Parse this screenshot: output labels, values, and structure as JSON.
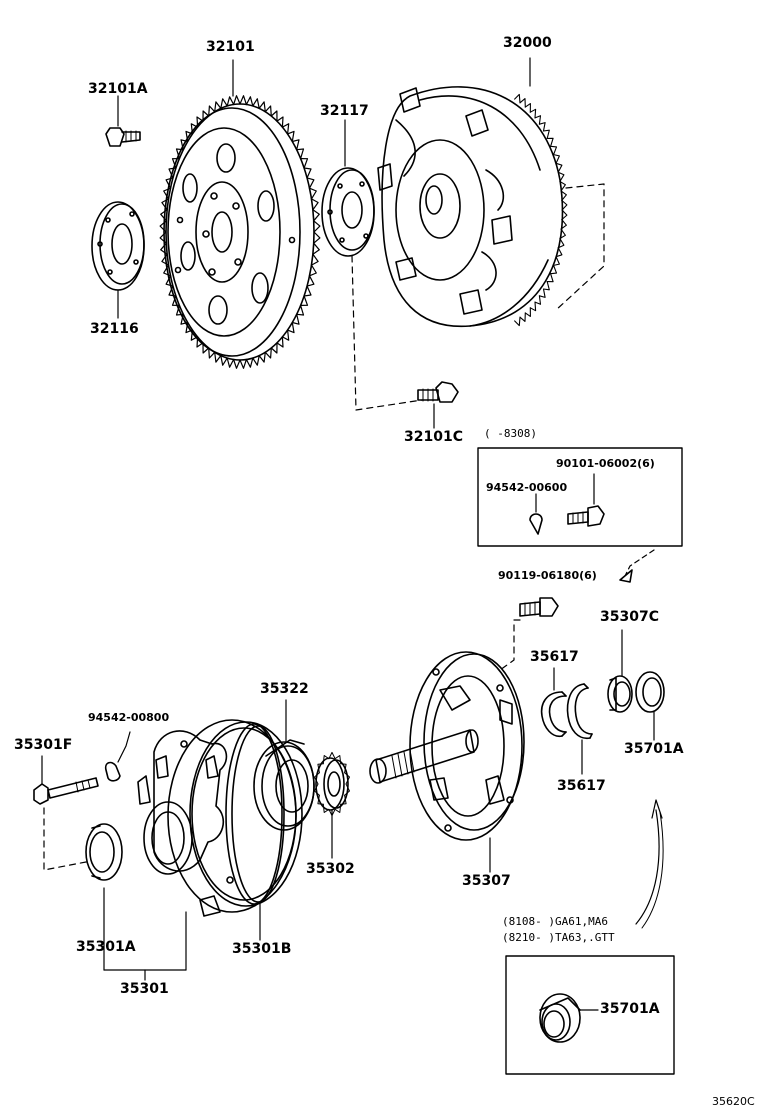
{
  "parts": {
    "p32101": "32101",
    "p32000": "32000",
    "p32101A": "32101A",
    "p32117": "32117",
    "p32116": "32116",
    "p32101C": "32101C",
    "p90101": "90101-06002(6)",
    "p94542a": "94542-00600",
    "p90119": "90119-06180(6)",
    "p35307C": "35307C",
    "p35617a": "35617",
    "p35617b": "35617",
    "p35701Aa": "35701A",
    "p35322": "35322",
    "p94542b": "94542-00800",
    "p35301F": "35301F",
    "p35302": "35302",
    "p35307": "35307",
    "p35301A": "35301A",
    "p35301B": "35301B",
    "p35301": "35301",
    "p35701Ab": "35701A"
  },
  "notes": {
    "range1": "(    -8308)",
    "range2a": "(8108-     )GA61,MA6",
    "range2b": "(8210-     )TA63,.GTT"
  },
  "figure_code": "35620C"
}
